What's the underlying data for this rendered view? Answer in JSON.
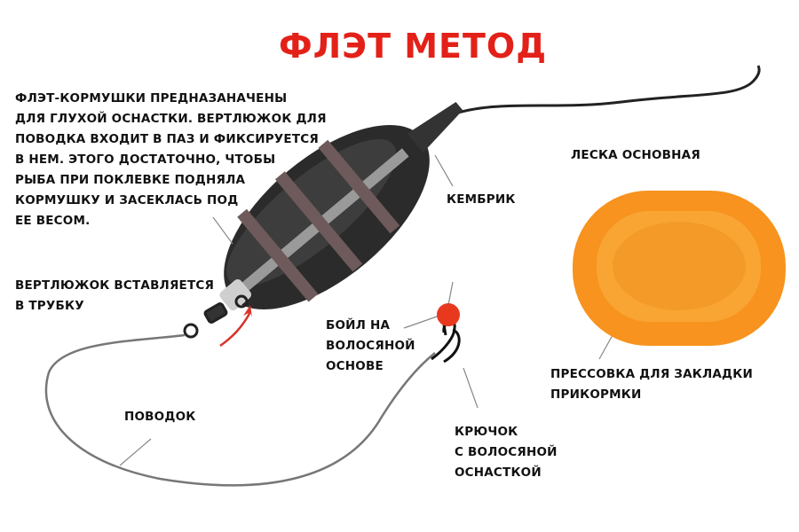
{
  "title": "ФЛЭТ МЕТОД",
  "description_lines": [
    "ФЛЭТ-КОРМУШКИ ПРЕДНАЗАНАЧЕНЫ",
    "ДЛЯ ГЛУХОЙ ОСНАСТКИ. ВЕРТЛЮЖОК ДЛЯ",
    "ПОВОДКА ВХОДИТ В ПАЗ И ФИКСИРУЕТСЯ",
    "В НЕМ. ЭТОГО ДОСТАТОЧНО, ЧТОБЫ",
    "РЫБА ПРИ ПОКЛЕВКЕ ПОДНЯЛА",
    "КОРМУШКУ И ЗАСЕКЛАСЬ ПОД",
    "ЕЕ ВЕСОМ."
  ],
  "labels": {
    "main_line": "ЛЕСКА ОСНОВНАЯ",
    "tubing": "КЕМБРИК",
    "swivel": [
      "ВЕРТЛЮЖОК ВСТАВЛЯЕТСЯ",
      "В ТРУБКУ"
    ],
    "boilie": [
      "БОЙЛ НА",
      "ВОЛОСЯНОЙ",
      "ОСНОВЕ"
    ],
    "mould": [
      "ПРЕССОВКА ДЛЯ ЗАКЛАДКИ",
      "ПРИКОРМКИ"
    ],
    "leader": "ПОВОДОК",
    "hook": [
      "КРЮЧОК",
      "С ВОЛОСЯНОЙ",
      "ОСНАСТКОЙ"
    ]
  },
  "colors": {
    "title": "#e32119",
    "mould": "#f7931e",
    "boilie": "#e8391f",
    "feeder": "#2b2b2b"
  }
}
